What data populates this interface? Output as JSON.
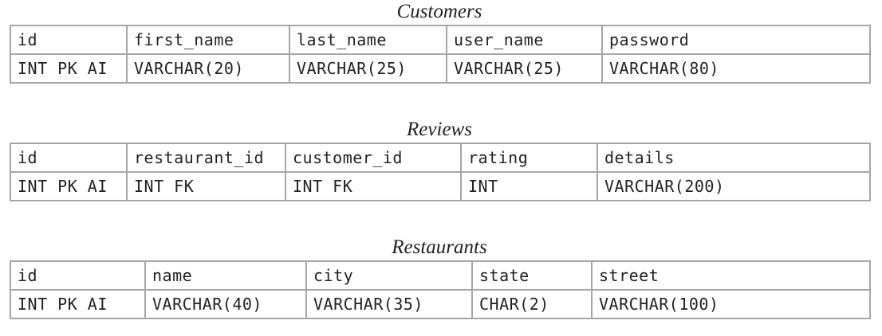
{
  "tables": [
    {
      "title": "Customers",
      "columns": [
        "id",
        "first_name",
        "last_name",
        "user_name",
        "password"
      ],
      "types": [
        "INT PK AI",
        "VARCHAR(20)",
        "VARCHAR(25)",
        "VARCHAR(25)",
        "VARCHAR(80)"
      ]
    },
    {
      "title": "Reviews",
      "columns": [
        "id",
        "restaurant_id",
        "customer_id",
        "rating",
        "details"
      ],
      "types": [
        "INT PK AI",
        "INT FK",
        "INT FK",
        "INT",
        "VARCHAR(200)"
      ]
    },
    {
      "title": "Restaurants",
      "columns": [
        "id",
        "name",
        "city",
        "state",
        "street"
      ],
      "types": [
        "INT PK AI",
        "VARCHAR(40)",
        "VARCHAR(35)",
        "CHAR(2)",
        "VARCHAR(100)"
      ]
    }
  ]
}
